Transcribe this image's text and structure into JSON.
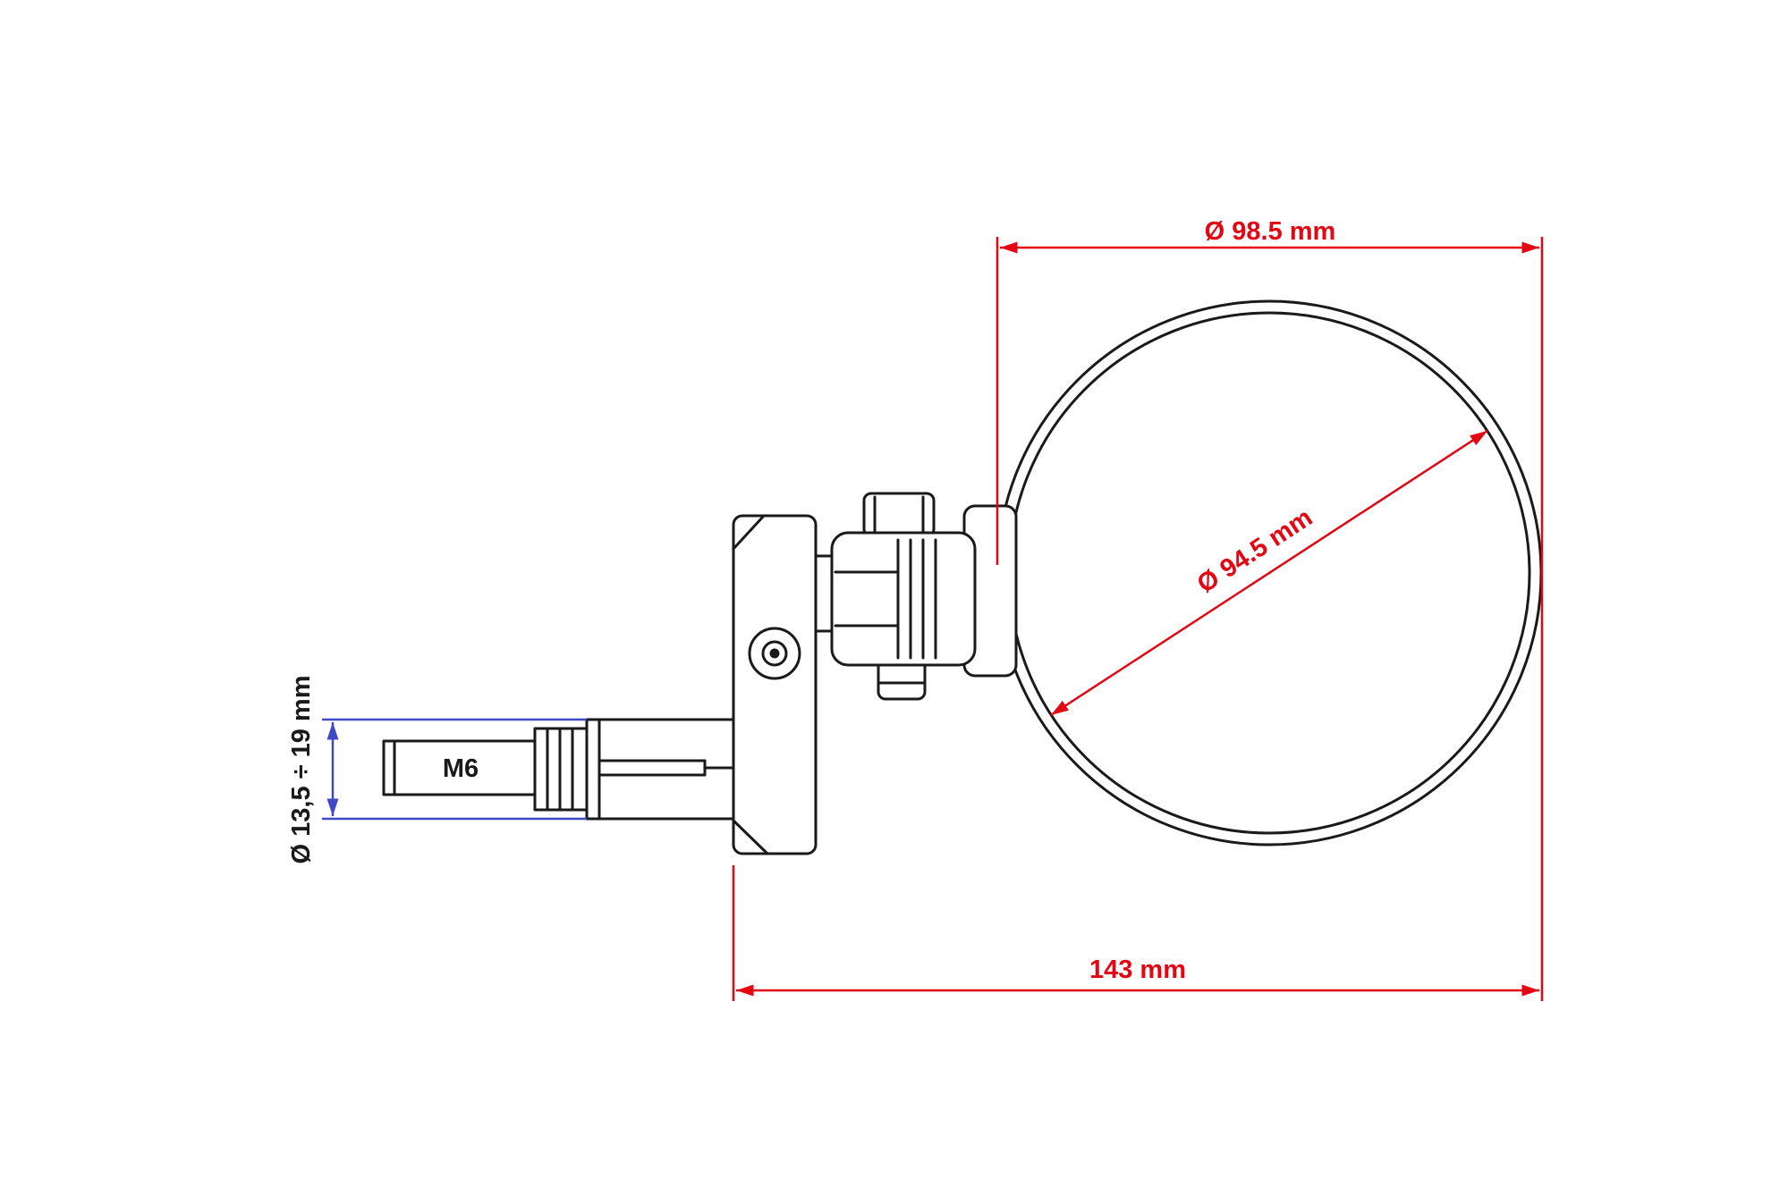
{
  "labels": {
    "mirror_outer_diameter": "Ø 98.5 mm",
    "mirror_glass_diameter": "Ø 94.5 mm",
    "clamp_diameter_range": "Ø 13,5 ÷ 19 mm",
    "thread": "M6",
    "overall_length": "143 mm"
  },
  "colors": {
    "outline": "#1a1a1a",
    "dimension_primary": "#e30613",
    "dimension_secondary": "#3f49c6"
  }
}
